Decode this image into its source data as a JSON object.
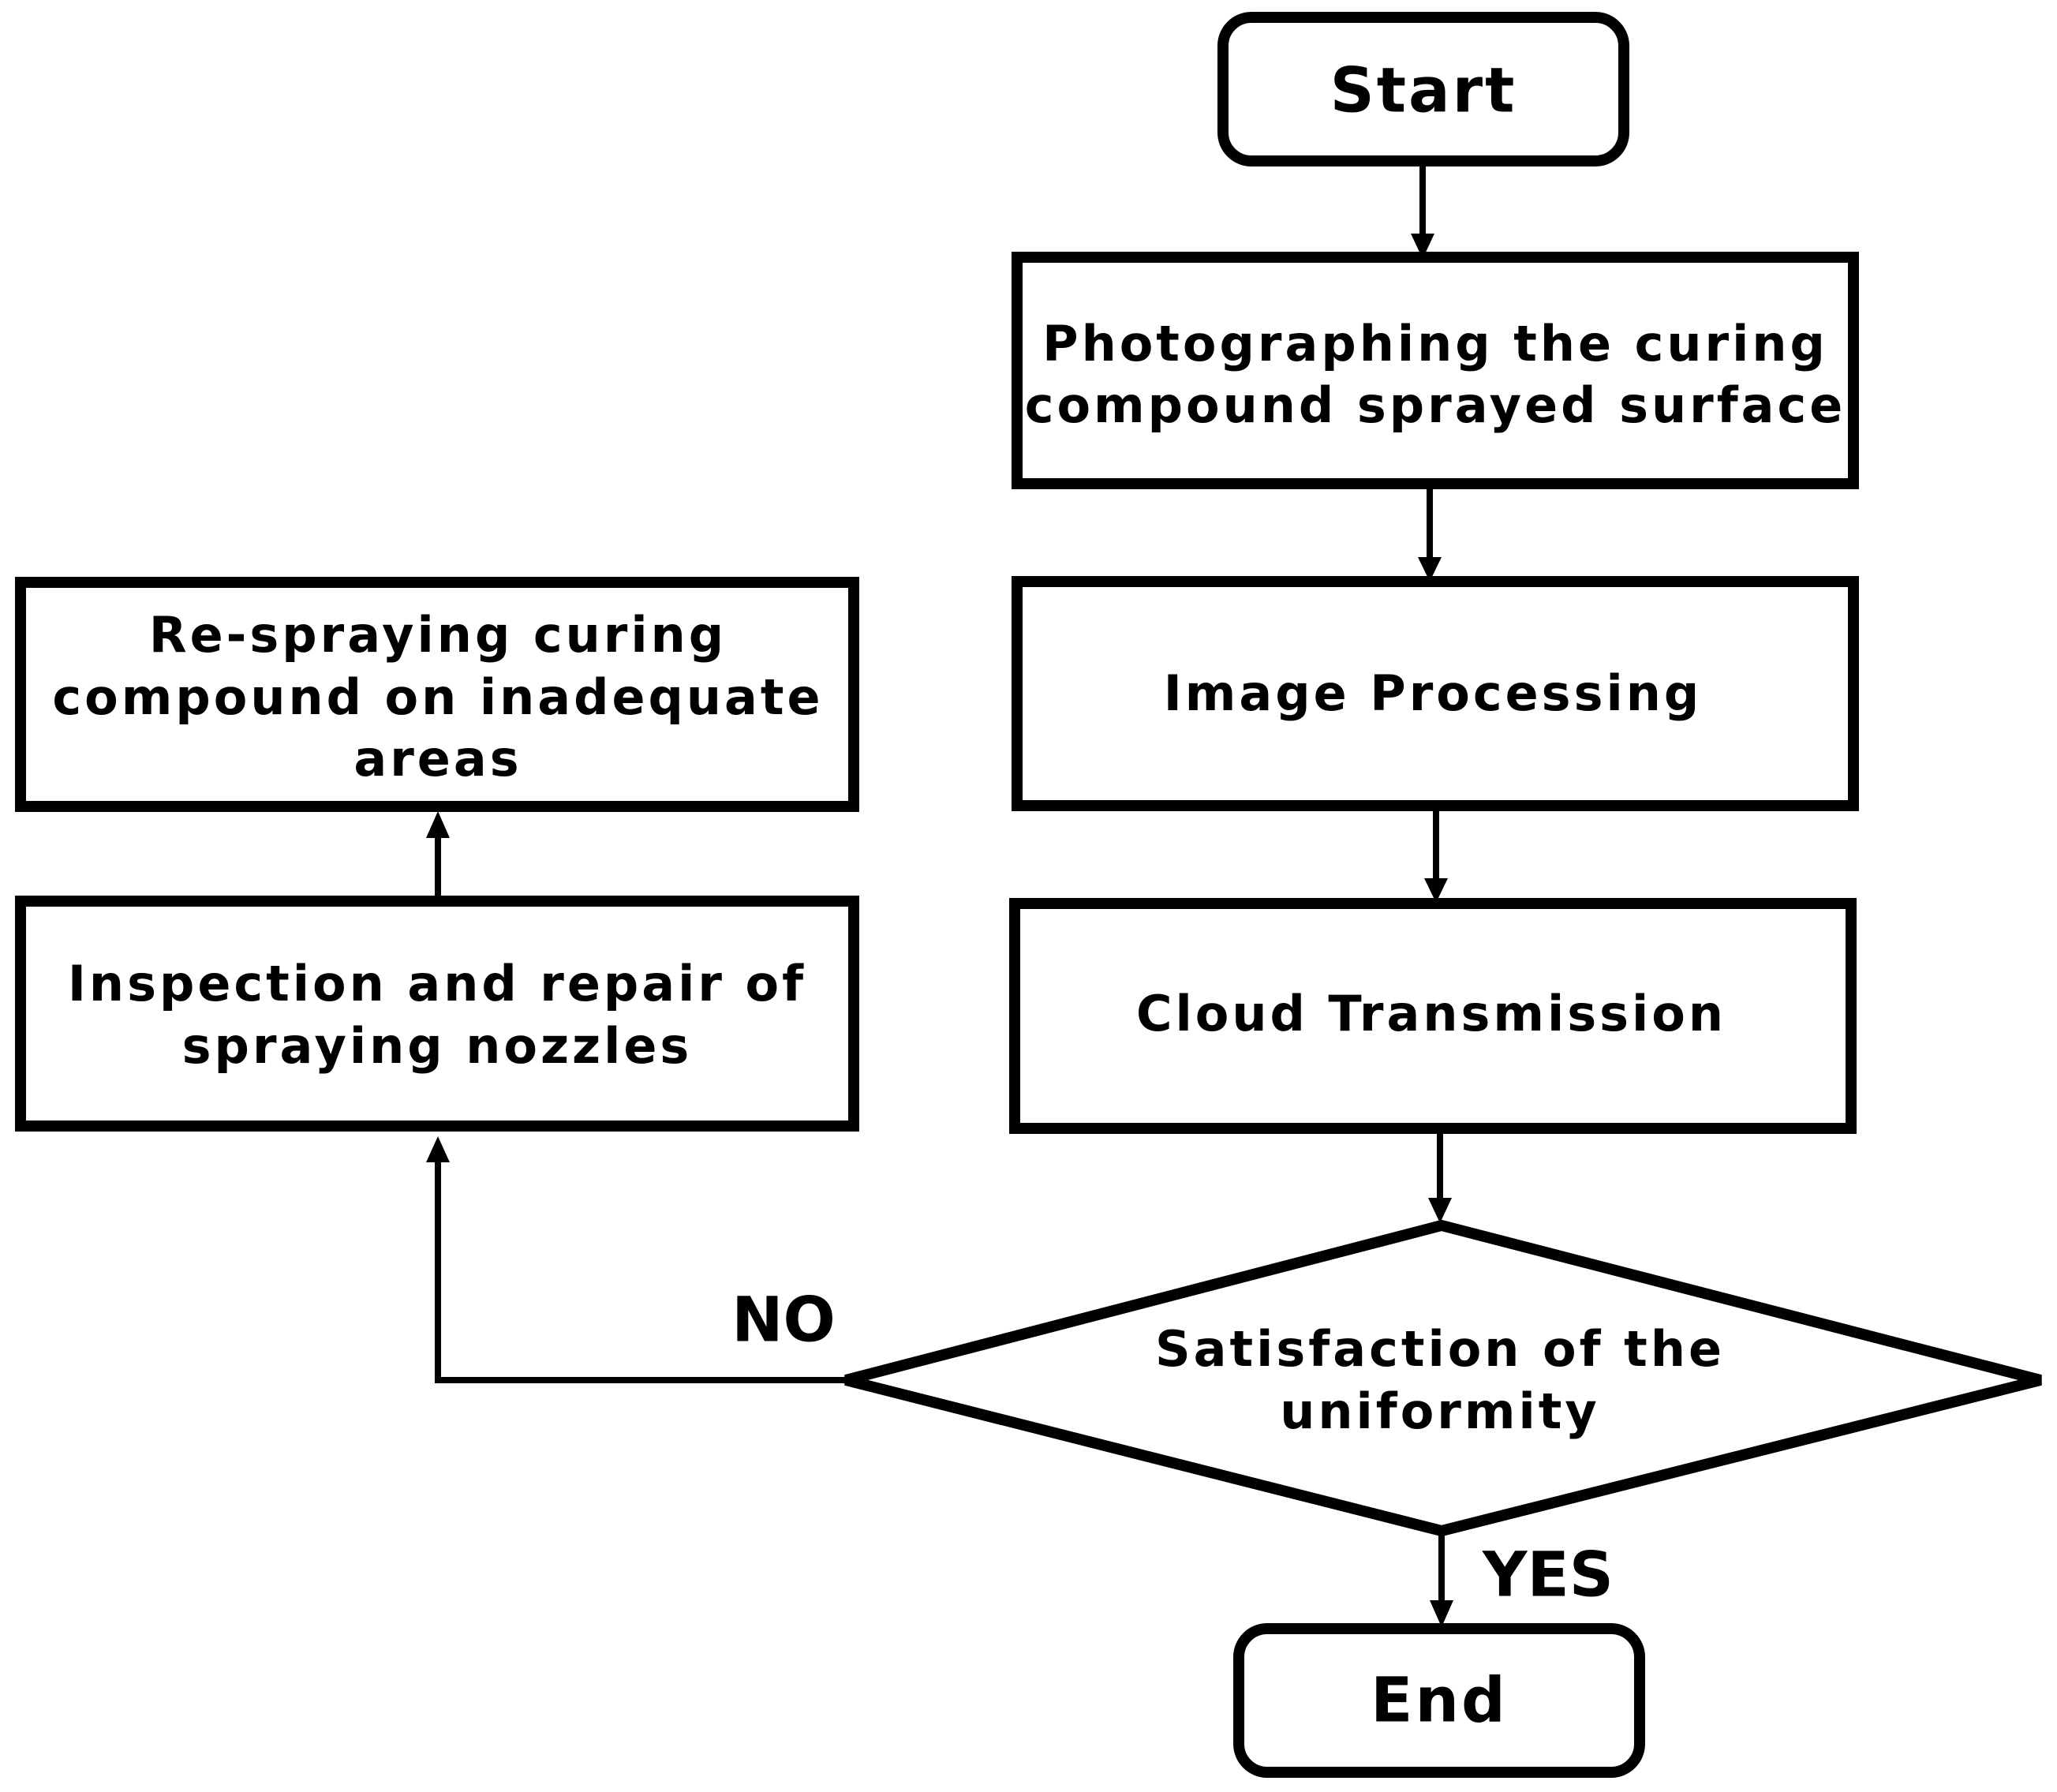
{
  "diagram": {
    "type": "flowchart",
    "nodes": {
      "start": {
        "shape": "terminal",
        "text": [
          "Start"
        ]
      },
      "photographing": {
        "shape": "process",
        "text": [
          "Photographing the curing",
          "compound sprayed surface"
        ]
      },
      "image_processing": {
        "shape": "process",
        "text": [
          "Image Processing"
        ]
      },
      "cloud_transmission": {
        "shape": "process",
        "text": [
          "Cloud Transmission"
        ]
      },
      "decision": {
        "shape": "decision",
        "text": [
          "Satisfaction of the",
          "uniformity"
        ]
      },
      "end": {
        "shape": "terminal",
        "text": [
          "End"
        ]
      },
      "inspection": {
        "shape": "process",
        "text": [
          "Inspection and repair of",
          "spraying nozzles"
        ]
      },
      "respraying": {
        "shape": "process",
        "text": [
          "Re-spraying curing",
          "compound on inadequate",
          "areas"
        ]
      }
    },
    "edges": [
      {
        "from": "start",
        "to": "photographing",
        "label": ""
      },
      {
        "from": "photographing",
        "to": "image_processing",
        "label": ""
      },
      {
        "from": "image_processing",
        "to": "cloud_transmission",
        "label": ""
      },
      {
        "from": "cloud_transmission",
        "to": "decision",
        "label": ""
      },
      {
        "from": "decision",
        "to": "end",
        "label": "YES"
      },
      {
        "from": "decision",
        "to": "inspection",
        "label": "NO"
      },
      {
        "from": "inspection",
        "to": "respraying",
        "label": ""
      }
    ],
    "labels": {
      "yes": "YES",
      "no": "NO"
    }
  }
}
